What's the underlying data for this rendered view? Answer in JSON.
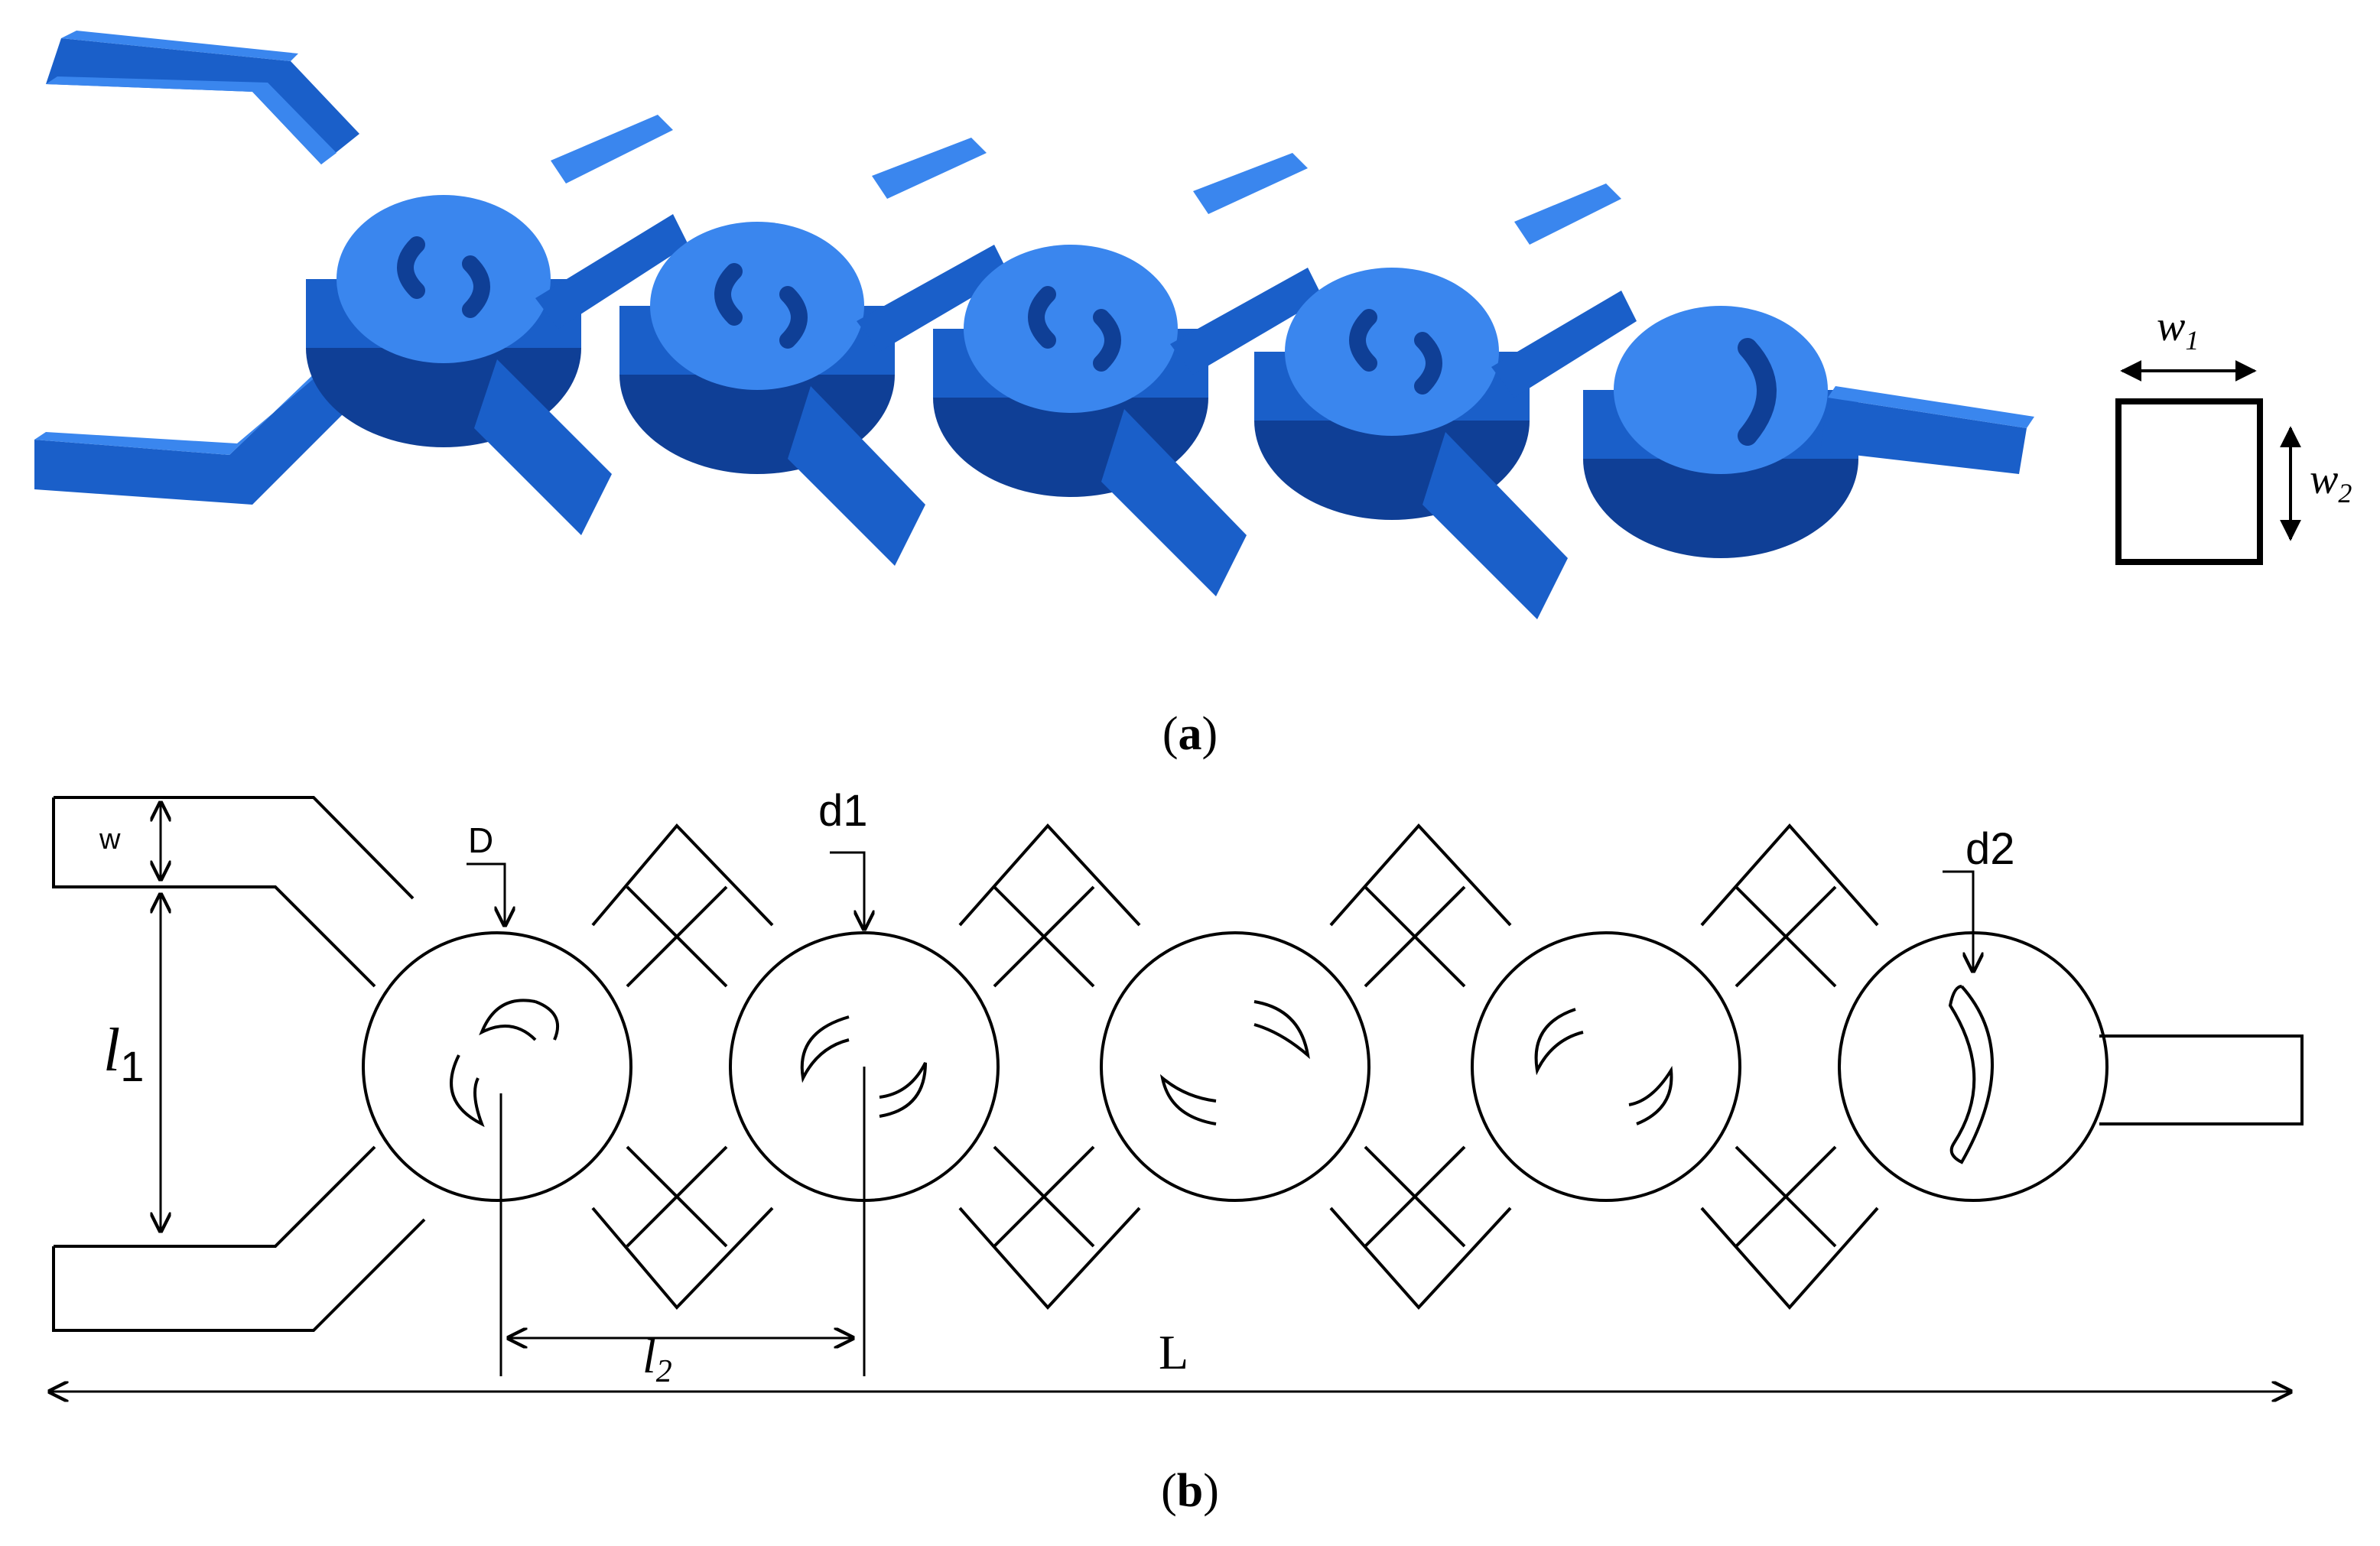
{
  "panels": {
    "a": {
      "caption_open": "(",
      "caption_letter": "a",
      "caption_close": ")"
    },
    "b": {
      "caption_open": "(",
      "caption_letter": "b",
      "caption_close": ")"
    }
  },
  "cross_section": {
    "w1_main": "w",
    "w1_sub": "1",
    "w2_main": "w",
    "w2_sub": "2"
  },
  "dimensions": {
    "w": "w",
    "D": "D",
    "d1": "d1",
    "d2": "d2",
    "l1_main": "l",
    "l1_sub": "1",
    "l2_main": "l",
    "l2_sub": "2",
    "L": "L"
  },
  "colors": {
    "model_top": "#3a86ee",
    "model_side": "#1a5fc9",
    "model_dark": "#0f3f96",
    "line": "#000000"
  },
  "resonator_count": 5
}
